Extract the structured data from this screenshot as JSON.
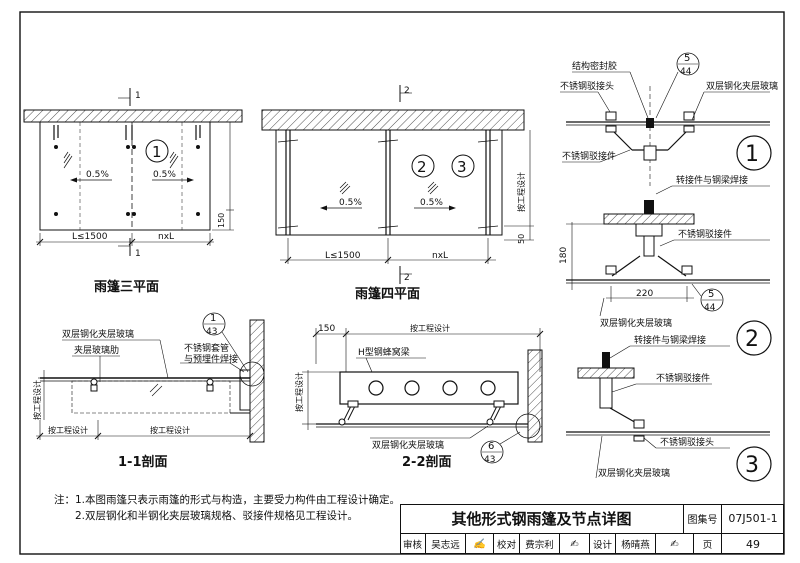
{
  "plan_views": {
    "plan3": {
      "title": "雨篷三平面",
      "section_mark": "1",
      "node_ref": "1",
      "slope_left": "0.5%",
      "slope_right": "0.5%",
      "dim_left": "L≤1500",
      "dim_right": "nxL",
      "dim_150": "150"
    },
    "plan4": {
      "title": "雨篷四平面",
      "section_mark": "2",
      "node_ref_a": "2",
      "node_ref_b": "3",
      "slope_left": "0.5%",
      "slope_right": "0.5%",
      "dim_left": "L≤1500",
      "dim_right": "nxL",
      "side_dim": "按工程设计",
      "dim_50": "50"
    }
  },
  "sections": {
    "s11": {
      "title": "1-1剖面",
      "label_glass": "双层钢化夹层玻璃",
      "label_rib": "夹层玻璃肋",
      "label_tube_1": "不锈钢套管",
      "label_tube_2": "与预埋件焊接",
      "detail_top": "1",
      "detail_bottom": "43",
      "dim_a": "按工程设计",
      "dim_b": "按工程设计",
      "dim_v": "按工程设计"
    },
    "s22": {
      "title": "2-2剖面",
      "dim_150": "150",
      "dim_top": "按工程设计",
      "label_beam": "H型钢蜂窝梁",
      "label_glass": "双层钢化夹层玻璃",
      "dim_v": "按工程设计",
      "detail_top": "6",
      "detail_bottom": "43"
    }
  },
  "nodes": {
    "n1": {
      "label_seal": "结构密封胶",
      "label_head": "不锈钢驳接头",
      "label_glass": "双层钢化夹层玻璃",
      "label_fitting": "不锈钢驳接件",
      "detail_top": "5",
      "detail_bottom": "44",
      "number": "1"
    },
    "n2": {
      "label_weld": "转接件与钢梁焊接",
      "label_fitting": "不锈钢驳接件",
      "label_glass": "双层钢化夹层玻璃",
      "dim_180": "180",
      "dim_220": "220",
      "detail_top": "5",
      "detail_bottom": "44",
      "number": "2"
    },
    "n3": {
      "label_weld": "转接件与钢梁焊接",
      "label_fitting": "不锈钢驳接件",
      "label_head": "不锈钢驳接头",
      "label_glass": "双层钢化夹层玻璃",
      "number": "3"
    }
  },
  "notes": {
    "line1": "注：1.本图雨篷只表示雨篷的形式与构造，主要受力构件由工程设计确定。",
    "line2": "2.双层钢化和半钢化夹层玻璃规格、驳接件规格见工程设计。"
  },
  "title_block": {
    "title": "其他形式钢雨篷及节点详图",
    "atlas_label": "图集号",
    "atlas_no": "07J501-1",
    "review_label": "审核",
    "review_name": "吴志远",
    "check_label": "校对",
    "check_name": "费宗利",
    "design_label": "设计",
    "design_name": "杨晴燕",
    "page_label": "页",
    "page_no": "49"
  }
}
